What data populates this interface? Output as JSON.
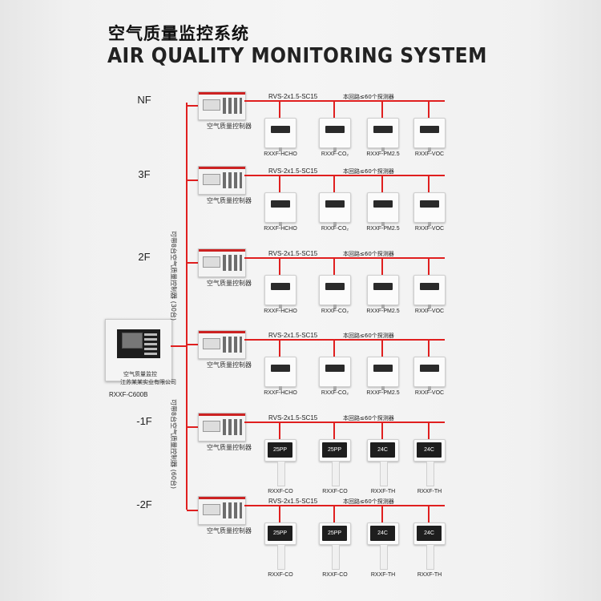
{
  "title_cn": "空气质量监控系统",
  "title_en": "AIR QUALITY MONITORING SYSTEM",
  "host": {
    "brand_line": "空气质量监控",
    "company": "江苏某某实业有限公司",
    "model": "RXXF-C600B"
  },
  "bus_labels": {
    "upper": "可带8台空气质量控制器 (30台)",
    "lower": "可带8台空气质量控制器 (60台)"
  },
  "controller_label": "空气质量控制器",
  "cable_label": "RVS-2x1.5-SC15",
  "loop_label": "本回路≤60个探测器",
  "floors": [
    {
      "name": "NF",
      "detectors": [
        "RXXF-HCHO",
        "RXXF-CO₂",
        "RXXF-PM2.5",
        "RXXF-VOC"
      ],
      "style": "panel"
    },
    {
      "name": "3F",
      "detectors": [
        "RXXF-HCHO",
        "RXXF-CO₂",
        "RXXF-PM2.5",
        "RXXF-VOC"
      ],
      "style": "panel"
    },
    {
      "name": "2F",
      "detectors": [
        "RXXF-HCHO",
        "RXXF-CO₂",
        "RXXF-PM2.5",
        "RXXF-VOC"
      ],
      "style": "panel"
    },
    {
      "name": "",
      "detectors": [
        "RXXF-HCHO",
        "RXXF-CO₂",
        "RXXF-PM2.5",
        "RXXF-VOC"
      ],
      "style": "panel"
    },
    {
      "name": "-1F",
      "detectors": [
        "RXXF-CO",
        "RXXF-CO",
        "RXXF-TH",
        "RXXF-TH"
      ],
      "style": "probe"
    },
    {
      "name": "-2F",
      "detectors": [
        "RXXF-CO",
        "RXXF-CO",
        "RXXF-TH",
        "RXXF-TH"
      ],
      "style": "probe"
    }
  ],
  "probe_displays": [
    "25PP",
    "25PP",
    "24C",
    "24C"
  ],
  "colors": {
    "wire": "#e01f1f",
    "background": "#f3f3f3"
  }
}
